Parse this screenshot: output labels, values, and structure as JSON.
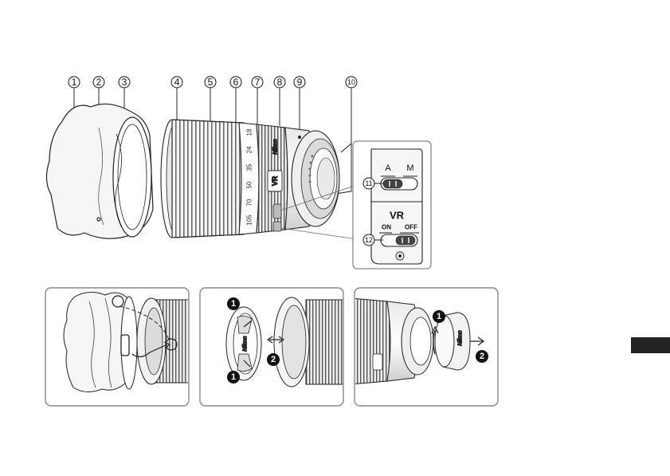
{
  "callouts": [
    "1",
    "2",
    "3",
    "4",
    "5",
    "6",
    "7",
    "8",
    "9",
    "10",
    "11",
    "12"
  ],
  "inset": {
    "af_labels": [
      "A",
      "M"
    ],
    "vr_title": "VR",
    "vr_labels": [
      "ON",
      "OFF"
    ]
  },
  "lens_scale": [
    "18",
    "24",
    "35",
    "50",
    "70",
    "105"
  ],
  "lens_badges": {
    "vr": "VR",
    "nikon": "Nikon"
  },
  "steps": [
    "1",
    "2"
  ],
  "colors": {
    "line": "#222222",
    "fill": "#ffffff",
    "shade": "#cfcfcf",
    "dark": "#555555",
    "tab": "#222222",
    "panel_border": "#888888"
  }
}
